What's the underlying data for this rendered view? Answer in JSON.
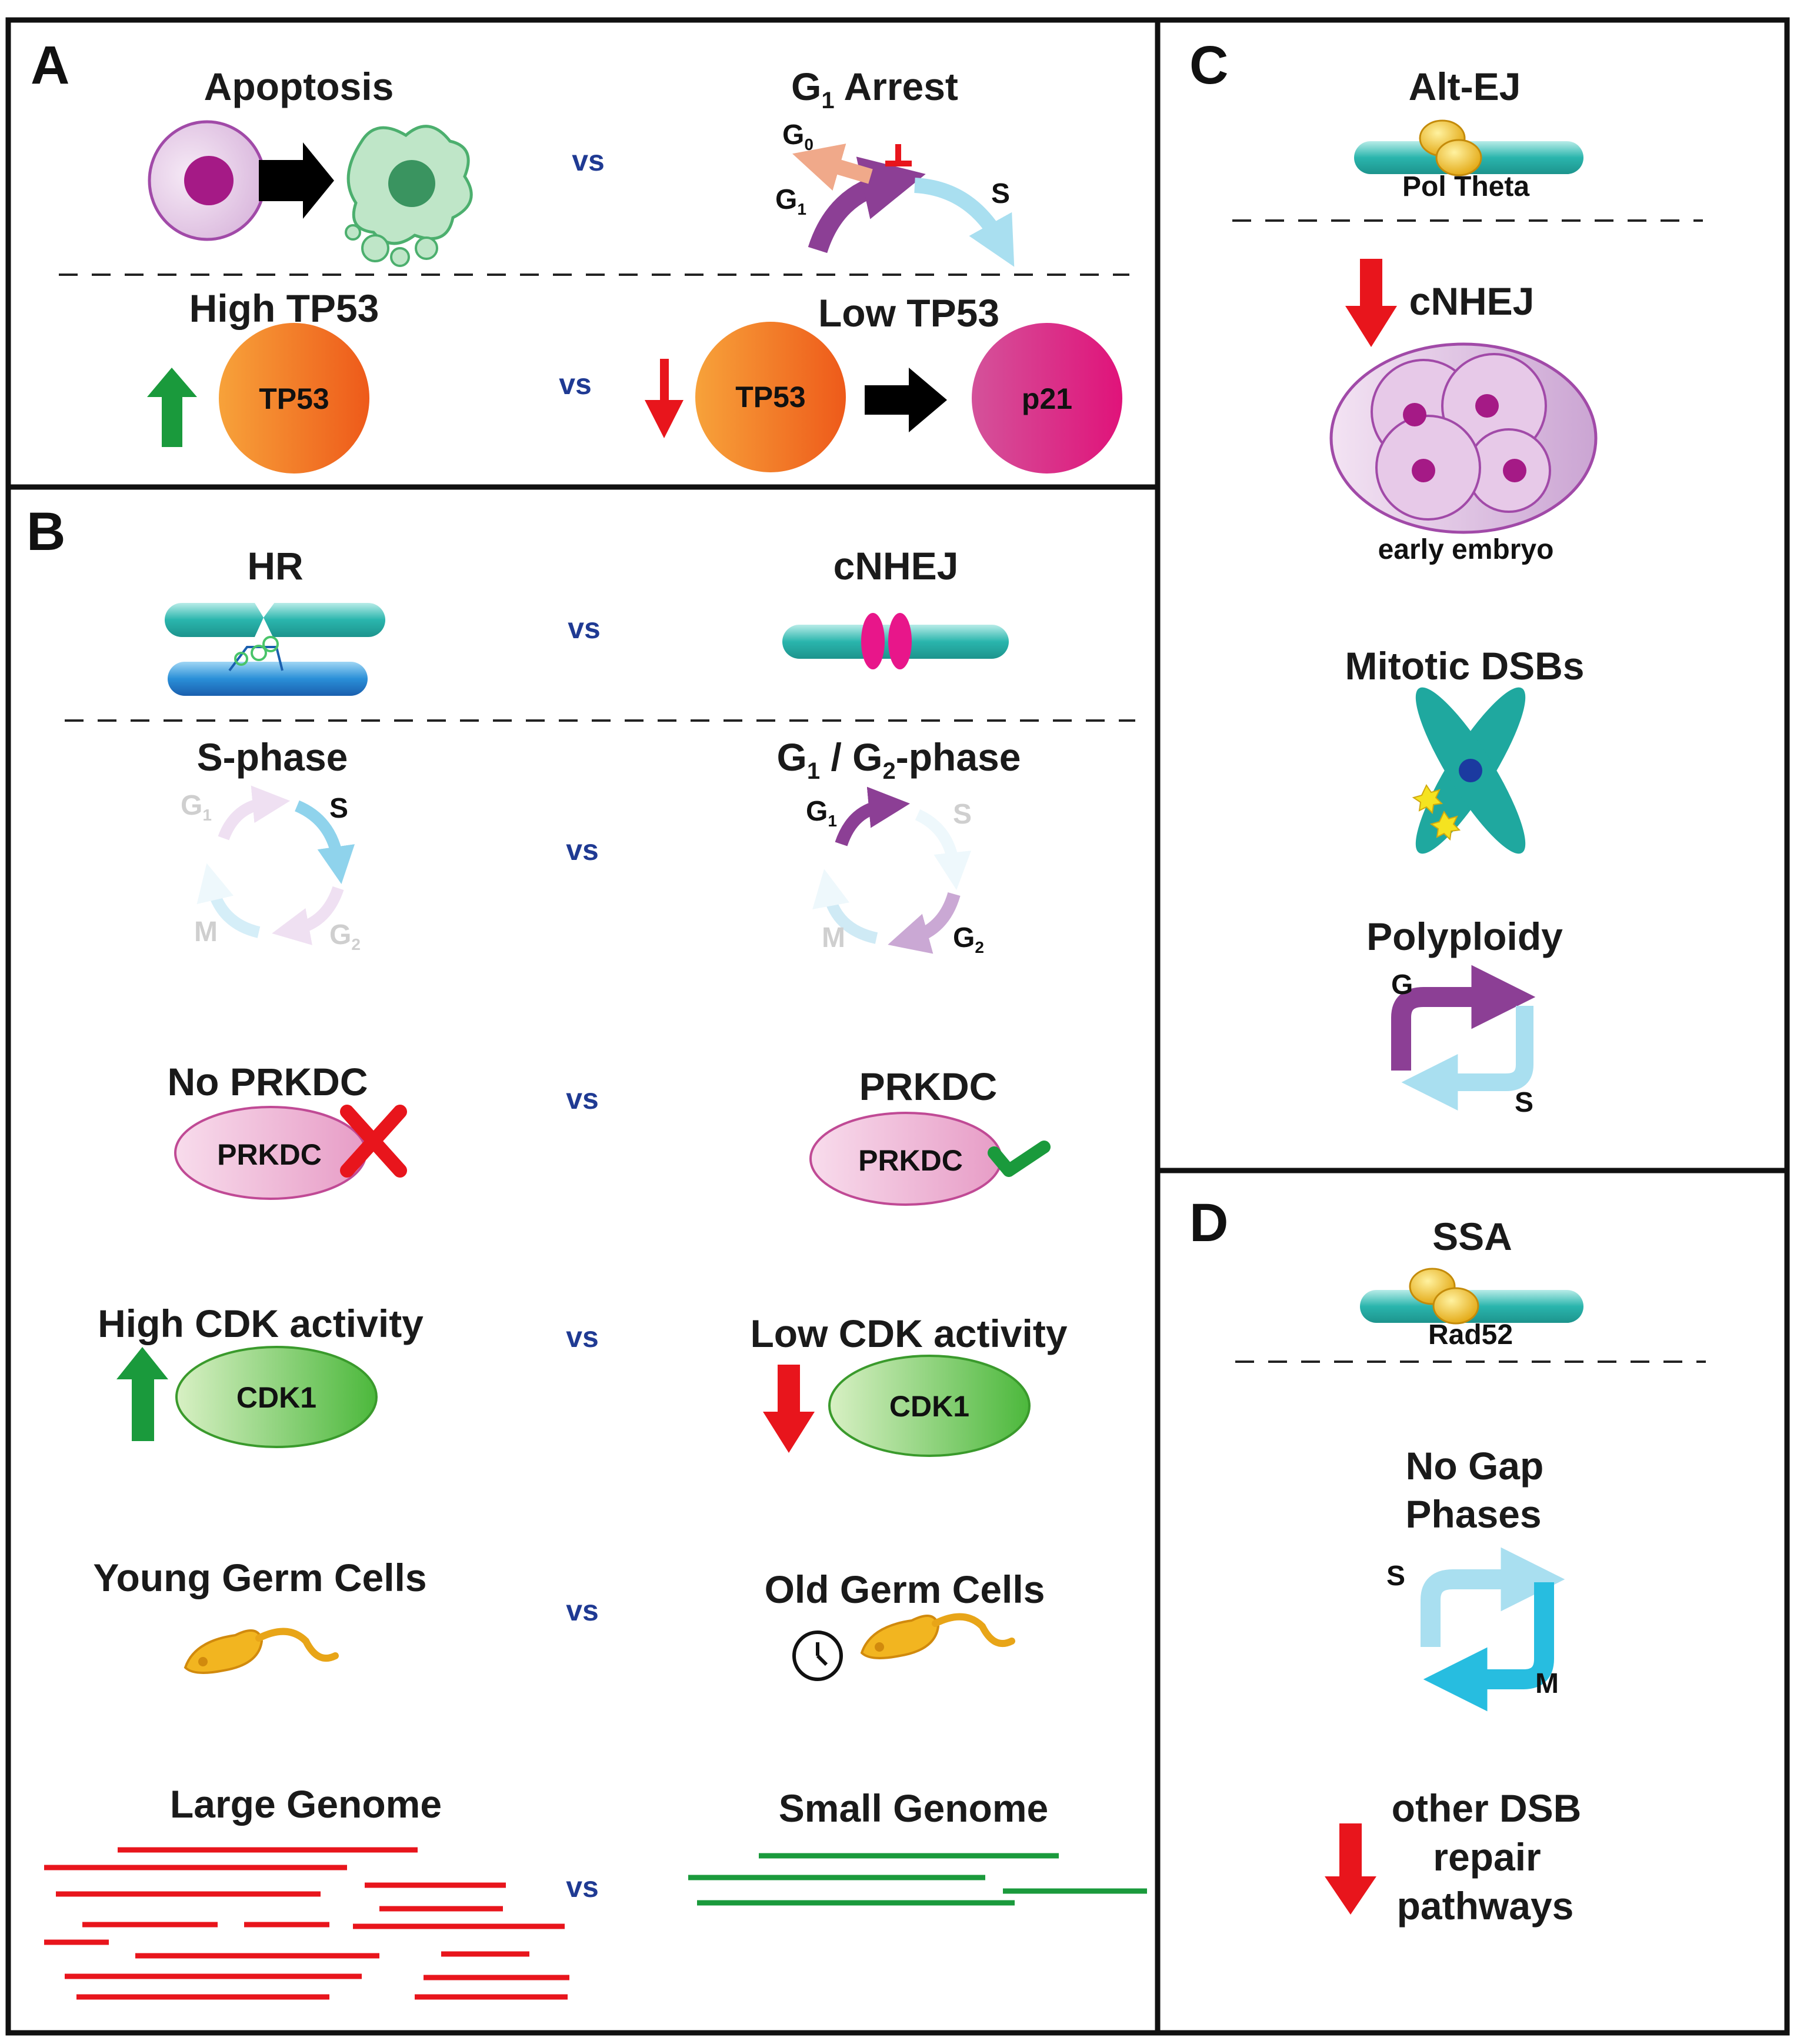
{
  "panels": {
    "a": {
      "letter": "A",
      "apoptosis": "Apoptosis",
      "g1_arrest": "G",
      "g1_arrest_sub": "1",
      "g1_arrest_rest": " Arrest",
      "vs": "vs",
      "g0": "G",
      "g0_sub": "0",
      "g1": "G",
      "g1_sub": "1",
      "s": "S",
      "high_tp53": "High TP53",
      "low_tp53": "Low TP53",
      "tp53": "TP53",
      "p21": "p21",
      "vs2": "vs"
    },
    "b": {
      "letter": "B",
      "hr": "HR",
      "cnhej": "cNHEJ",
      "vs1": "vs",
      "s_phase": "S-phase",
      "g1g2_phase_g": "G",
      "g1g2_sub1": "1",
      "g1g2_mid": " / G",
      "g1g2_sub2": "2",
      "g1g2_end": "-phase",
      "vs2": "vs",
      "cyc_g1": "G",
      "cyc_g1_sub": "1",
      "cyc_s": "S",
      "cyc_m": "M",
      "cyc_g2": "G",
      "cyc_g2_sub": "2",
      "no_prkdc": "No PRKDC",
      "prkdc": "PRKDC",
      "prkdc_prot": "PRKDC",
      "vs3": "vs",
      "high_cdk": "High CDK activity",
      "low_cdk": "Low CDK activity",
      "cdk1": "CDK1",
      "vs4": "vs",
      "young_germ": "Young Germ Cells",
      "old_germ": "Old Germ Cells",
      "vs5": "vs",
      "large_genome": "Large Genome",
      "small_genome": "Small Genome",
      "vs6": "vs"
    },
    "c": {
      "letter": "C",
      "alt_ej": "Alt-EJ",
      "pol_theta": "Pol Theta",
      "cnhej": "cNHEJ",
      "early_embryo": "early embryo",
      "mitotic_dsbs": "Mitotic DSBs",
      "polyploidy": "Polyploidy",
      "g": "G",
      "s": "S"
    },
    "d": {
      "letter": "D",
      "ssa": "SSA",
      "rad52": "Rad52",
      "no_gap_1": "No Gap",
      "no_gap_2": "Phases",
      "s": "S",
      "m": "M",
      "other_1": "other DSB",
      "other_2": "repair",
      "other_3": "pathways"
    }
  },
  "colors": {
    "red": "#e8151c",
    "green": "#1a9a3c",
    "vs_blue": "#1f3a93",
    "orange": "#f07a1a",
    "magenta": "#c2187e",
    "teal": "#26b0a8",
    "purple": "#8c3f95",
    "light_blue": "#a9dff0",
    "pink_oval": "#f2b8d6",
    "cdk_green": "#8ccf5c"
  }
}
